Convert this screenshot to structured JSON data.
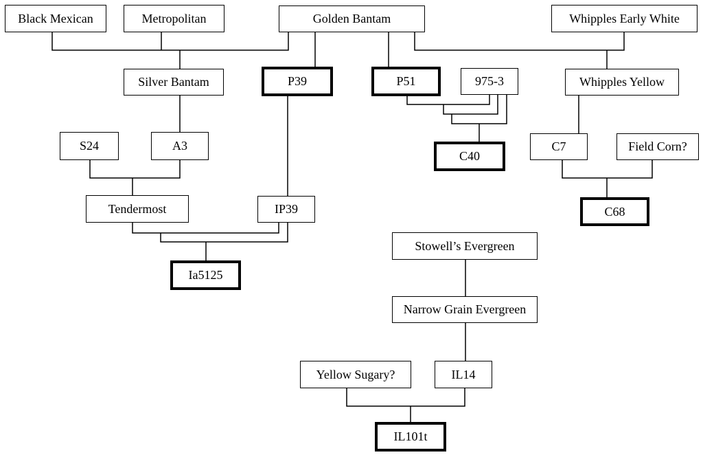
{
  "diagram": {
    "nodes": {
      "black_mexican": "Black Mexican",
      "metropolitan": "Metropolitan",
      "golden_bantam": "Golden Bantam",
      "whipples_early_white": "Whipples Early White",
      "silver_bantam": "Silver Bantam",
      "p39": "P39",
      "p51": "P51",
      "n975_3": "975-3",
      "whipples_yellow": "Whipples Yellow",
      "s24": "S24",
      "a3": "A3",
      "c40": "C40",
      "c7": "C7",
      "field_corn": "Field Corn?",
      "tendermost": "Tendermost",
      "ip39": "IP39",
      "c68": "C68",
      "ia5125": "Ia5125",
      "stowells_evergreen": "Stowell’s Evergreen",
      "narrow_grain_evergreen": "Narrow Grain Evergreen",
      "yellow_sugary": "Yellow Sugary?",
      "il14": "IL14",
      "il101t": "IL101t"
    },
    "highlighted_lines": [
      "p39",
      "p51",
      "c40",
      "c68",
      "ia5125",
      "il101t"
    ]
  }
}
